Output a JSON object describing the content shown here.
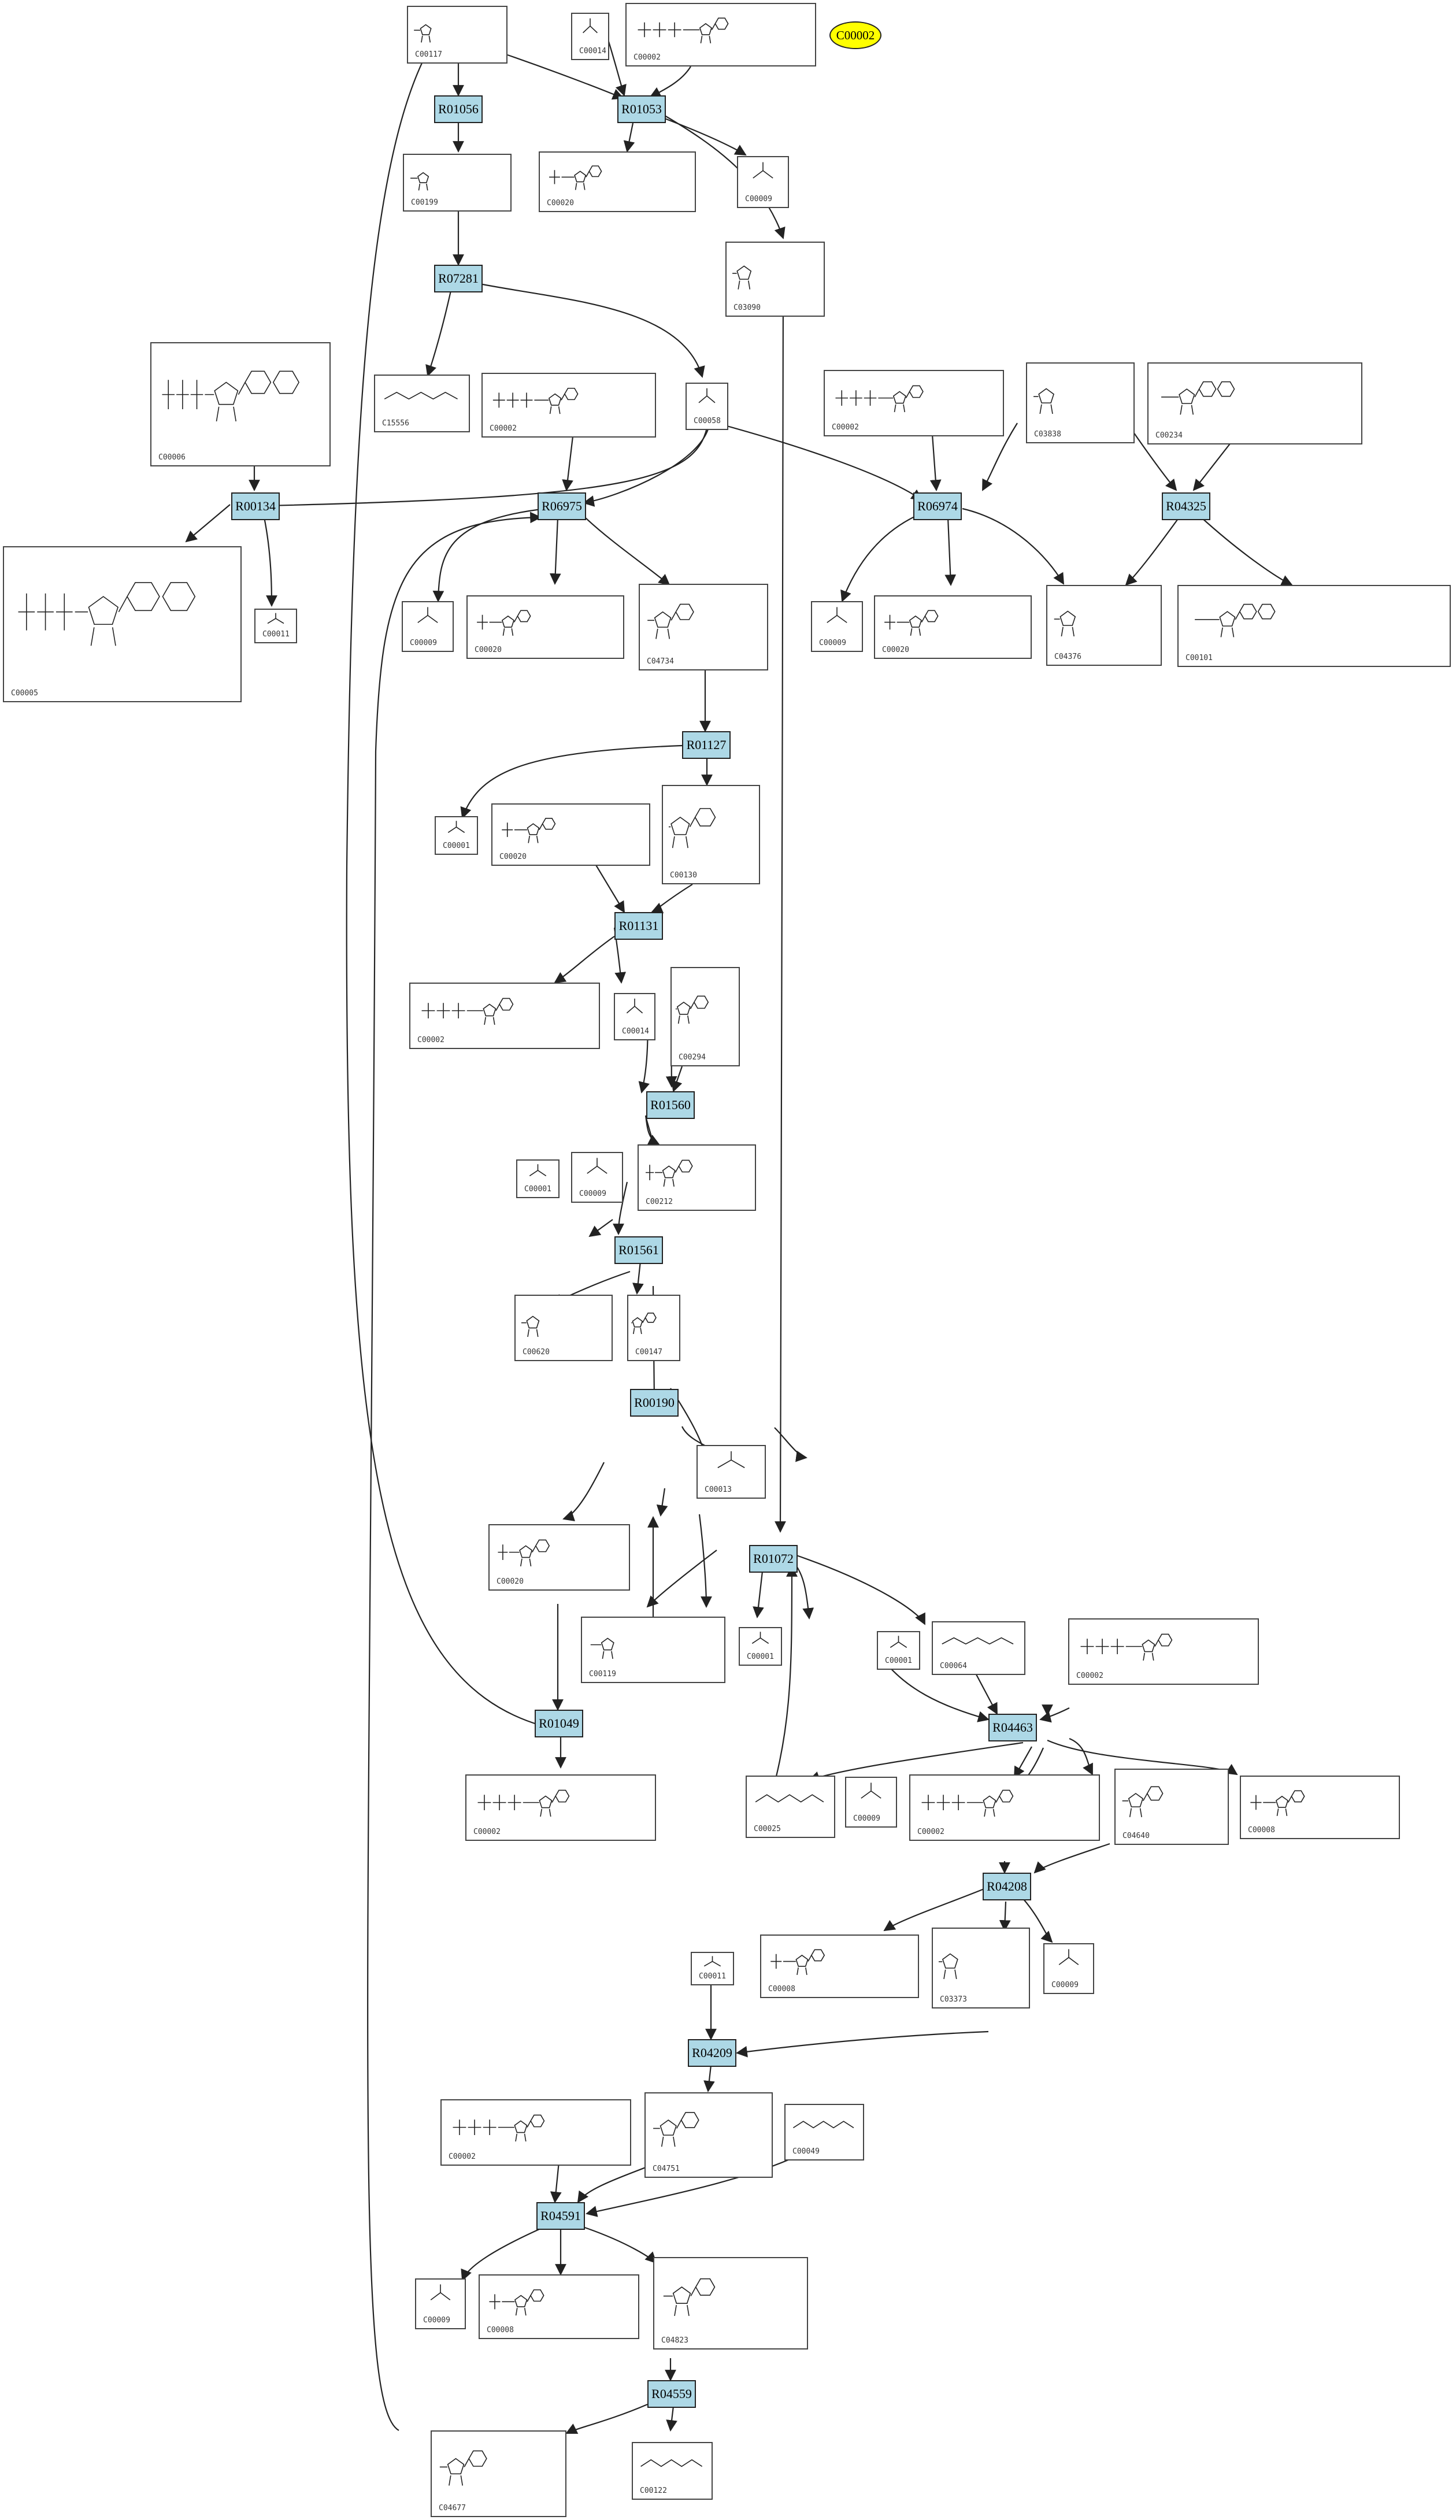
{
  "legend": {
    "label": "C00002",
    "color": "#ffff00"
  },
  "colors": {
    "reaction_fill": "#add8e6",
    "compound_border": "#444444",
    "edge": "#222222"
  },
  "reactions": [
    "R01056",
    "R01053",
    "R07281",
    "R00134",
    "R06975",
    "R06974",
    "R04325",
    "R01127",
    "R01131",
    "R01560",
    "R01561",
    "R00190",
    "R01072",
    "R01049",
    "R04463",
    "R04208",
    "R04209",
    "R04591",
    "R04559"
  ],
  "compounds": {
    "C00117": {
      "label": "C00117"
    },
    "C00014_a": {
      "label": "C00014"
    },
    "C00002_top": {
      "label": "C00002"
    },
    "C00199": {
      "label": "C00199"
    },
    "C00020_a": {
      "label": "C00020"
    },
    "C00009_a": {
      "label": "C00009"
    },
    "C03090": {
      "label": "C03090"
    },
    "C00006": {
      "label": "C00006"
    },
    "C15556": {
      "label": "C15556"
    },
    "C00002_b": {
      "label": "C00002"
    },
    "C00058": {
      "label": "C00058"
    },
    "C00002_c": {
      "label": "C00002"
    },
    "C03838": {
      "label": "C03838"
    },
    "C00234": {
      "label": "C00234"
    },
    "C00005": {
      "label": "C00005"
    },
    "C00011_a": {
      "label": "C00011"
    },
    "C00009_b": {
      "label": "C00009"
    },
    "C00020_b": {
      "label": "C00020"
    },
    "C04734": {
      "label": "C04734"
    },
    "C00009_c": {
      "label": "C00009"
    },
    "C00020_c": {
      "label": "C00020"
    },
    "C04376": {
      "label": "C04376"
    },
    "C00101": {
      "label": "C00101"
    },
    "C00001_a": {
      "label": "C00001"
    },
    "C00020_d": {
      "label": "C00020"
    },
    "C00130": {
      "label": "C00130"
    },
    "C00002_d": {
      "label": "C00002"
    },
    "C00014_b": {
      "label": "C00014"
    },
    "C00294": {
      "label": "C00294"
    },
    "C00001_b": {
      "label": "C00001"
    },
    "C00009_d": {
      "label": "C00009"
    },
    "C00212": {
      "label": "C00212"
    },
    "C00620": {
      "label": "C00620"
    },
    "C00147": {
      "label": "C00147"
    },
    "C00013": {
      "label": "C00013"
    },
    "C00020_e": {
      "label": "C00020"
    },
    "C00119": {
      "label": "C00119"
    },
    "C00001_c": {
      "label": "C00001"
    },
    "C00001_d": {
      "label": "C00001"
    },
    "C00064": {
      "label": "C00064"
    },
    "C00002_e": {
      "label": "C00002"
    },
    "C00002_f": {
      "label": "C00002"
    },
    "C00025": {
      "label": "C00025"
    },
    "C00009_e": {
      "label": "C00009"
    },
    "C00002_g": {
      "label": "C00002"
    },
    "C04640": {
      "label": "C04640"
    },
    "C00008_a": {
      "label": "C00008"
    },
    "C00008_b": {
      "label": "C00008"
    },
    "C03373": {
      "label": "C03373"
    },
    "C00009_f": {
      "label": "C00009"
    },
    "C00011_b": {
      "label": "C00011"
    },
    "C00002_h": {
      "label": "C00002"
    },
    "C04751": {
      "label": "C04751"
    },
    "C00049": {
      "label": "C00049"
    },
    "C00009_g": {
      "label": "C00009"
    },
    "C00008_c": {
      "label": "C00008"
    },
    "C04823": {
      "label": "C04823"
    },
    "C04677": {
      "label": "C04677"
    },
    "C00122": {
      "label": "C00122"
    }
  }
}
